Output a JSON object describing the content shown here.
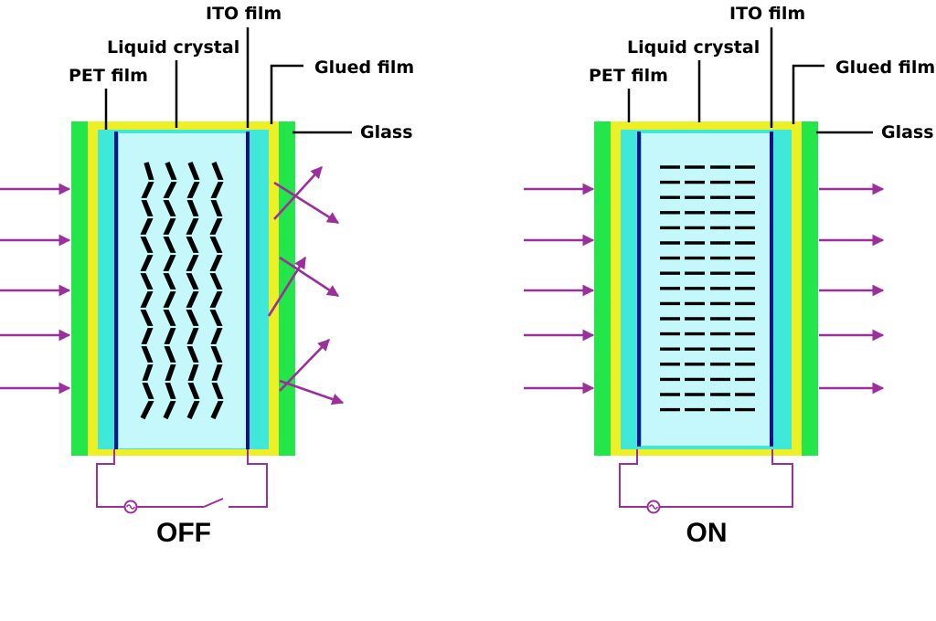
{
  "colors": {
    "glass": "#22e64a",
    "glued_film": "#ecf024",
    "pet_film": "#3fe8d8",
    "liquid_crystal": "#c4f8fa",
    "ito_film": "#10108a",
    "light_ray": "#9b2f9b",
    "circuit_wire": "#9b2f9b"
  },
  "panels": [
    {
      "state_label": "OFF",
      "labels": {
        "ito_film": "ITO film",
        "liquid_crystal": "Liquid crystal",
        "pet_film": "PET film",
        "glued_film": "Glued film",
        "glass": "Glass"
      },
      "molecule_arrangement": "random-zigzag",
      "light_output": "scattered",
      "switch": "open"
    },
    {
      "state_label": "ON",
      "labels": {
        "ito_film": "ITO film",
        "liquid_crystal": "Liquid crystal",
        "pet_film": "PET film",
        "glued_film": "Glued film",
        "glass": "Glass"
      },
      "molecule_arrangement": "aligned",
      "light_output": "transmitted",
      "switch": "closed"
    }
  ]
}
